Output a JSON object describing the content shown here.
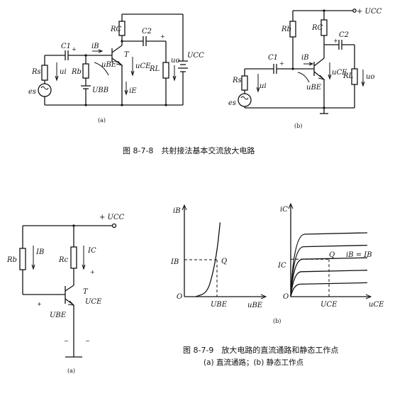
{
  "figure1": {
    "caption": "图 8-7-8　共射接法基本交流放大电路",
    "panel_a": "(a)",
    "panel_b": "(b)",
    "labels": {
      "c1": "C1",
      "c2": "C2",
      "rs": "Rs",
      "ui": "ui",
      "es": "es",
      "rb": "Rb",
      "ubb": "UBB",
      "ib": "iB",
      "ube": "uBE",
      "rc": "RC",
      "t": "T",
      "uce": "uCE",
      "ie": "iE",
      "rl": "RL",
      "uo": "uo",
      "ucc": "UCC",
      "ucc_b": "+ UCC",
      "ub_b": "uBE",
      "plus": "+"
    }
  },
  "figure2": {
    "caption": "图 8-7-9　放大电路的直流通路和静态工作点",
    "subcaption": "(a) 直流通路；(b) 静态工作点",
    "panel_a": "(a)",
    "panel_b": "(b)",
    "labels": {
      "ucc": "+ UCC",
      "rb": "Rb",
      "ib": "IB",
      "rc": "Rc",
      "ic": "IC",
      "t": "T",
      "uce": "UCE",
      "ube": "UBE",
      "plus": "+",
      "minus": "−"
    }
  },
  "chart_data": [
    {
      "type": "line",
      "title": "",
      "xlabel": "uBE",
      "ylabel": "iB",
      "x_ticks": [
        "O",
        "UBE"
      ],
      "y_ticks": [
        "IB"
      ],
      "point_label": "Q",
      "series": [
        {
          "x": [
            0.0,
            0.4,
            0.6,
            0.75,
            0.85
          ],
          "y": [
            0.0,
            0.05,
            0.3,
            0.6,
            0.95
          ]
        }
      ],
      "q_point": {
        "x": 0.6,
        "y": 0.45
      }
    },
    {
      "type": "line",
      "title": "",
      "xlabel": "uCE",
      "ylabel": "iC",
      "x_ticks": [
        "O",
        "UCE"
      ],
      "y_ticks": [
        "IC"
      ],
      "point_label": "Q",
      "annotation": "iB = IB",
      "series": [
        {
          "level": 0.2
        },
        {
          "level": 0.4
        },
        {
          "level": 0.6
        },
        {
          "level": 0.8
        },
        {
          "level": 1.0
        }
      ],
      "q_point": {
        "x": 0.5,
        "y": 0.6
      }
    }
  ]
}
